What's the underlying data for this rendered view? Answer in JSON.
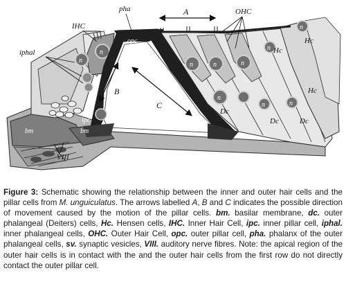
{
  "figure": {
    "labels": {
      "pha": "pha",
      "A": "A",
      "OHC": "OHC",
      "IHC": "IHC",
      "iphal": "iphal",
      "opc": "opc",
      "n": "n",
      "Hc": "Hc",
      "B": "B",
      "C": "C",
      "Dc": "Dc",
      "ipc": "ipc",
      "bm": "bm",
      "VIII": "VIII"
    },
    "colors": {
      "outline": "#2a2a2a",
      "dark_pillar": "#1f1f1f",
      "cell_light": "#e6e6e6",
      "cell_mid": "#c8c8c8",
      "cell_dark": "#8c8c8c",
      "nucleus": "#6e6e6e",
      "nucleus_ring": "#d0d0d0",
      "membrane": "#707070"
    }
  },
  "caption": {
    "figure_label": "Figure 3:",
    "intro": "Schematic showing the relationship between the inner and outer hair cells and the pillar cells from",
    "species": "M. unguiculatus",
    "arrows_text": ". The arrows labelled",
    "A": "A",
    "B": "B",
    "and": "and",
    "C": "C",
    "arrows_text2": "indicates the possible direction of movement caused by the motion of the pillar cells.",
    "abbreviations": [
      {
        "abbr": "bm.",
        "text": "basilar membrane,"
      },
      {
        "abbr": "dc.",
        "text": "outer phalangeal (Deiters) cells,"
      },
      {
        "abbr": "Hc.",
        "text": "Hensen cells,"
      },
      {
        "abbr": "IHC.",
        "text": "Inner Hair Cell,"
      },
      {
        "abbr": "ipc.",
        "text": "inner pillar cell,"
      },
      {
        "abbr": "iphal.",
        "text": "inner phalangeal cells,"
      },
      {
        "abbr": "OHC.",
        "text": "Outer Hair Cell,"
      },
      {
        "abbr": "opc.",
        "text": "outer pillar cell,"
      },
      {
        "abbr": "pha.",
        "text": "phalanx of the outer phalangeal cells,"
      },
      {
        "abbr": "sv.",
        "text": "synaptic vesicles,"
      },
      {
        "abbr": "VIII.",
        "text": "auditory nerve fibres."
      }
    ],
    "note": "Note: the apical region of the outer hair cells is in contact with the and the outer hair cells from the first row do not directly contact the outer pillar cell."
  }
}
